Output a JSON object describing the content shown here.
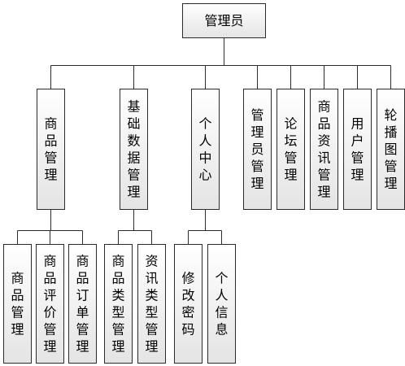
{
  "diagram": {
    "root": {
      "id": "admin",
      "label": "管理员"
    },
    "modules": [
      {
        "id": "goods-mgmt",
        "label": "商品管理",
        "children": [
          {
            "id": "goods-admin",
            "label": "商品管理"
          },
          {
            "id": "goods-review-mgmt",
            "label": "商品评价管理"
          },
          {
            "id": "goods-order-mgmt",
            "label": "商品订单管理"
          }
        ]
      },
      {
        "id": "basic-data-mgmt",
        "label": "基础数据管理",
        "children": [
          {
            "id": "goods-type-mgmt",
            "label": "商品类型管理"
          },
          {
            "id": "news-type-mgmt",
            "label": "资讯类型管理"
          }
        ]
      },
      {
        "id": "personal-center",
        "label": "个人中心",
        "children": [
          {
            "id": "change-password",
            "label": "修改密码"
          },
          {
            "id": "personal-info",
            "label": "个人信息"
          }
        ]
      },
      {
        "id": "admin-mgmt",
        "label": "管理员管理",
        "children": []
      },
      {
        "id": "forum-mgmt",
        "label": "论坛管理",
        "children": []
      },
      {
        "id": "goods-news-mgmt",
        "label": "商品资讯管理",
        "children": []
      },
      {
        "id": "user-mgmt",
        "label": "用户管理",
        "children": []
      },
      {
        "id": "carousel-mgmt",
        "label": "轮播图管理",
        "children": []
      }
    ]
  }
}
